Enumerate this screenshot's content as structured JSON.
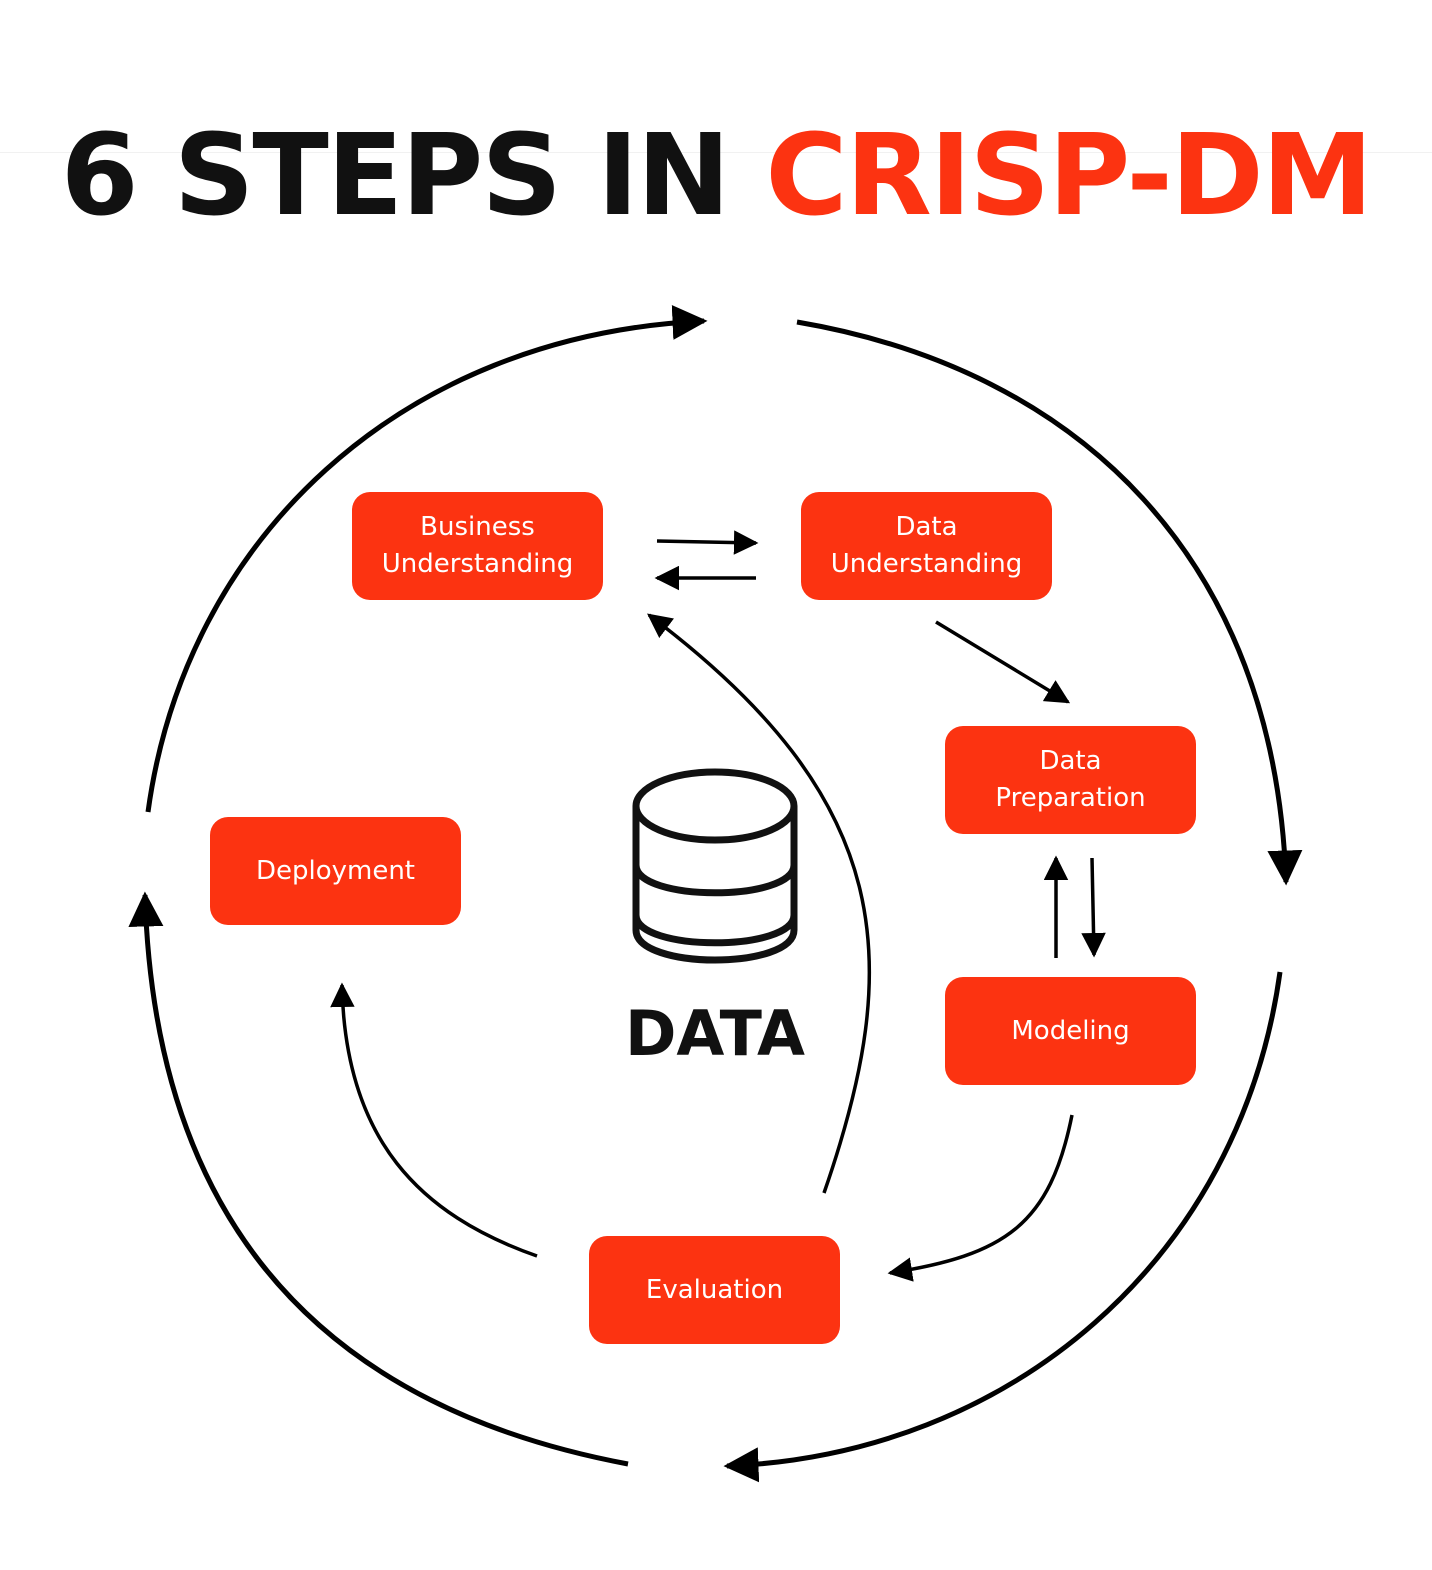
{
  "title": {
    "main": "6 STEPS IN ",
    "accent": "CRISP-DM"
  },
  "center_label": "DATA",
  "steps": [
    {
      "id": "business-understanding",
      "lines": [
        "Business",
        "Understanding"
      ]
    },
    {
      "id": "data-understanding",
      "lines": [
        "Data",
        "Understanding"
      ]
    },
    {
      "id": "data-preparation",
      "lines": [
        "Data",
        "Preparation"
      ]
    },
    {
      "id": "modeling",
      "lines": [
        "Modeling"
      ]
    },
    {
      "id": "evaluation",
      "lines": [
        "Evaluation"
      ]
    },
    {
      "id": "deployment",
      "lines": [
        "Deployment"
      ]
    }
  ],
  "colors": {
    "accent": "#fc3311",
    "ink": "#111111",
    "box_text": "#ffffff"
  },
  "icons": {
    "center": "database-icon"
  }
}
